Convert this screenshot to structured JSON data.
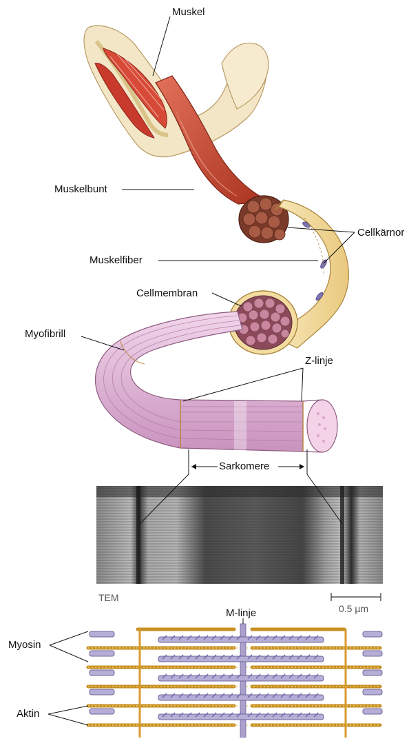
{
  "labels": {
    "muscle": "Muskel",
    "muscle_bundle": "Muskelbunt",
    "cell_nuclei": "Cellkärnor",
    "muscle_fiber": "Muskelfiber",
    "cell_membrane": "Cellmembran",
    "myofibril": "Myofibrill",
    "z_line": "Z-linje",
    "sarcomere": "Sarkomere",
    "micrograph_type": "TEM",
    "scale_bar": "0.5 µm",
    "m_line": "M-linje",
    "myosin": "Myosin",
    "actin": "Aktin"
  },
  "colors": {
    "muscle_red": "#c8432c",
    "fiber_tan": "#f3dca0",
    "myofibril_pink": "#e6bfdc",
    "actin_gold": "#d8a232",
    "myosin_lavender": "#a9a0cc",
    "z_disc_orange": "#d79a2c"
  }
}
